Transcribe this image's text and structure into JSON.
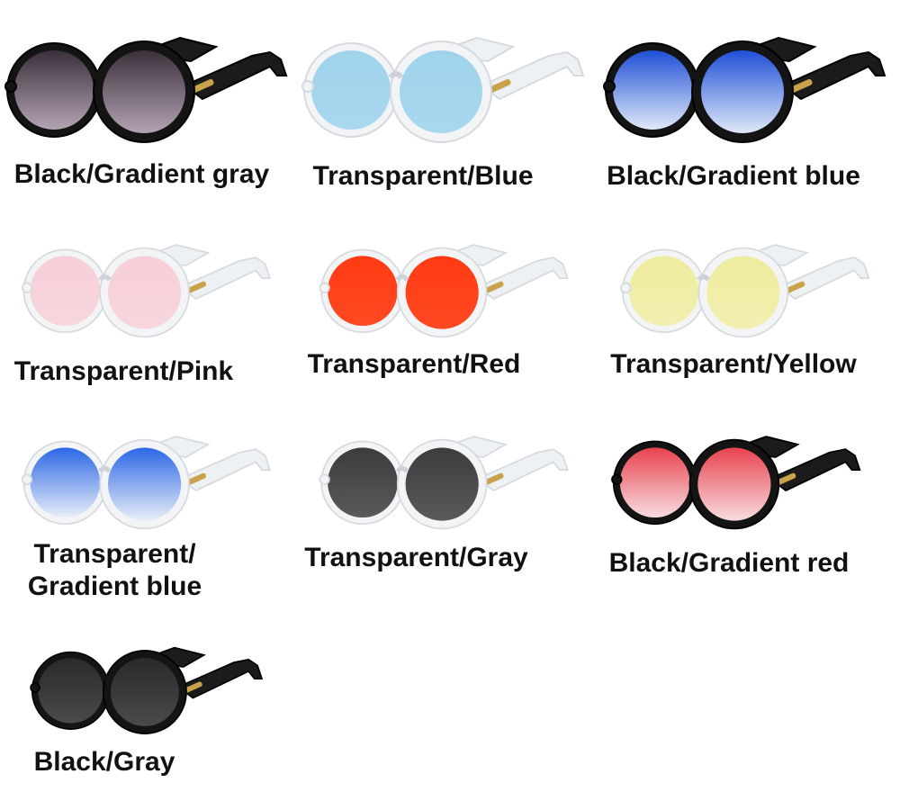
{
  "products": [
    {
      "id": "black-gradient-gray",
      "label_lines": [
        "Black/Gradient gray"
      ],
      "frame": "black",
      "lens_top": "#3a2f3a",
      "lens_bottom": "#b3a4b4"
    },
    {
      "id": "transparent-blue",
      "label_lines": [
        "Transparent/Blue"
      ],
      "frame": "transparent",
      "lens_top": "#9fd3ec",
      "lens_bottom": "#a8d8ef"
    },
    {
      "id": "black-gradient-blue",
      "label_lines": [
        "Black/Gradient blue"
      ],
      "frame": "black",
      "lens_top": "#1f4fd6",
      "lens_bottom": "#dfe9f8"
    },
    {
      "id": "transparent-pink",
      "label_lines": [
        "Transparent/Pink"
      ],
      "frame": "transparent",
      "lens_top": "#f7cfd8",
      "lens_bottom": "#f7d6dd"
    },
    {
      "id": "transparent-red",
      "label_lines": [
        "Transparent/Red"
      ],
      "frame": "transparent",
      "lens_top": "#ff3a12",
      "lens_bottom": "#ff4a22"
    },
    {
      "id": "transparent-yellow",
      "label_lines": [
        "Transparent/Yellow"
      ],
      "frame": "transparent",
      "lens_top": "#eeec9e",
      "lens_bottom": "#f2efb0"
    },
    {
      "id": "transparent-gradient-blue",
      "label_lines": [
        "Transparent/",
        "Gradient blue"
      ],
      "frame": "transparent",
      "lens_top": "#2c67e6",
      "lens_bottom": "#e8eef8"
    },
    {
      "id": "transparent-gray",
      "label_lines": [
        "Transparent/Gray"
      ],
      "frame": "transparent",
      "lens_top": "#3c3c3e",
      "lens_bottom": "#5a5a5c"
    },
    {
      "id": "black-gradient-red",
      "label_lines": [
        "Black/Gradient red"
      ],
      "frame": "black",
      "lens_top": "#e8434e",
      "lens_bottom": "#f7dce0"
    },
    {
      "id": "black-gray",
      "label_lines": [
        "Black/Gray"
      ],
      "frame": "black",
      "lens_top": "#2a2a2c",
      "lens_bottom": "#4a4a4c"
    }
  ]
}
